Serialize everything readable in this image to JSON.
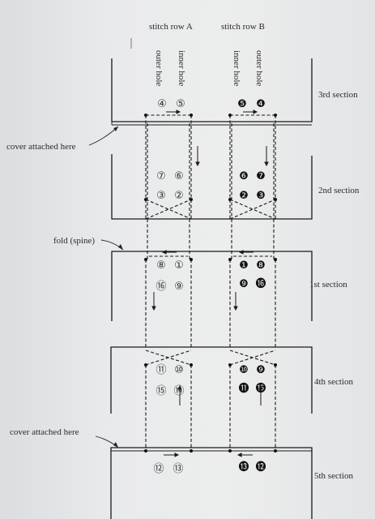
{
  "header": {
    "row_a": "stitch row A",
    "row_b": "stitch row B"
  },
  "hole_labels": {
    "a_outer": "outer hole",
    "a_inner": "inner hole",
    "b_inner": "inner hole",
    "b_outer": "outer hole"
  },
  "annotations": {
    "cover_top": "cover attached here",
    "fold": "fold (spine)",
    "cover_bottom": "cover attached here"
  },
  "sections": {
    "s3": "3rd section",
    "s2": "2nd section",
    "s1": "1st section",
    "s4": "4th section",
    "s5": "5th section"
  },
  "holes": {
    "a": {
      "h1": "①",
      "h2": "②",
      "h3": "③",
      "h4": "④",
      "h5": "⑤",
      "h6": "⑥",
      "h7": "⑦",
      "h8": "⑧",
      "h9": "⑨",
      "h10": "⑩",
      "h11": "⑪",
      "h12": "⑫",
      "h13": "⑬",
      "h14": "⑭",
      "h15": "⑮",
      "h16": "⑯"
    },
    "b": {
      "h1": "❶",
      "h2": "❷",
      "h3": "❸",
      "h4": "❹",
      "h5": "❺",
      "h6": "❻",
      "h7": "❼",
      "h8": "❽",
      "h9": "❾",
      "h10": "❿",
      "h11": "⓫",
      "h12": "⓬",
      "h13": "⓭",
      "h15": "⓯",
      "h16": "⓰"
    }
  }
}
